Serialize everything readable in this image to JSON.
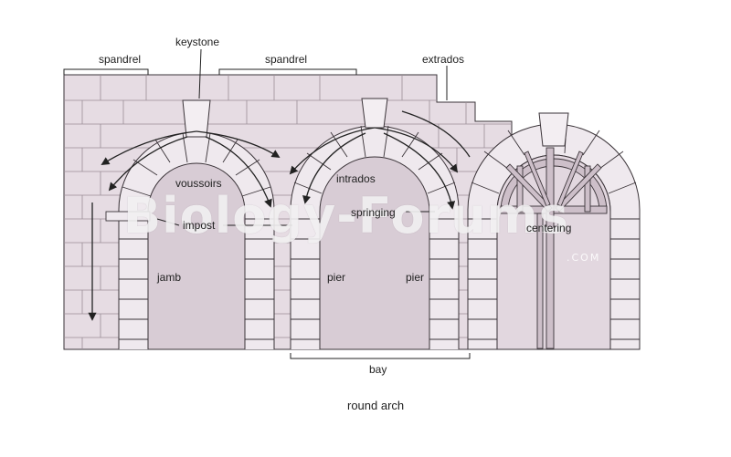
{
  "labels": {
    "keystone": "keystone",
    "spandrel_left": "spandrel",
    "spandrel_mid": "spandrel",
    "extrados": "extrados",
    "voussoirs": "voussoirs",
    "intrados": "intrados",
    "springing": "springing",
    "impost": "impost",
    "centering": "centering",
    "jamb": "jamb",
    "pier_left": "pier",
    "pier_right": "pier",
    "bay": "bay"
  },
  "caption": "round arch",
  "watermark": {
    "text": "Biology-Forums",
    "sub": ".COM"
  },
  "colors": {
    "wall": "#e6dce3",
    "stone": "#efe9ee",
    "outline": "#3a3338",
    "opening": "#d8ccd5",
    "centering": "#c8b8c4",
    "label": "#222222"
  }
}
